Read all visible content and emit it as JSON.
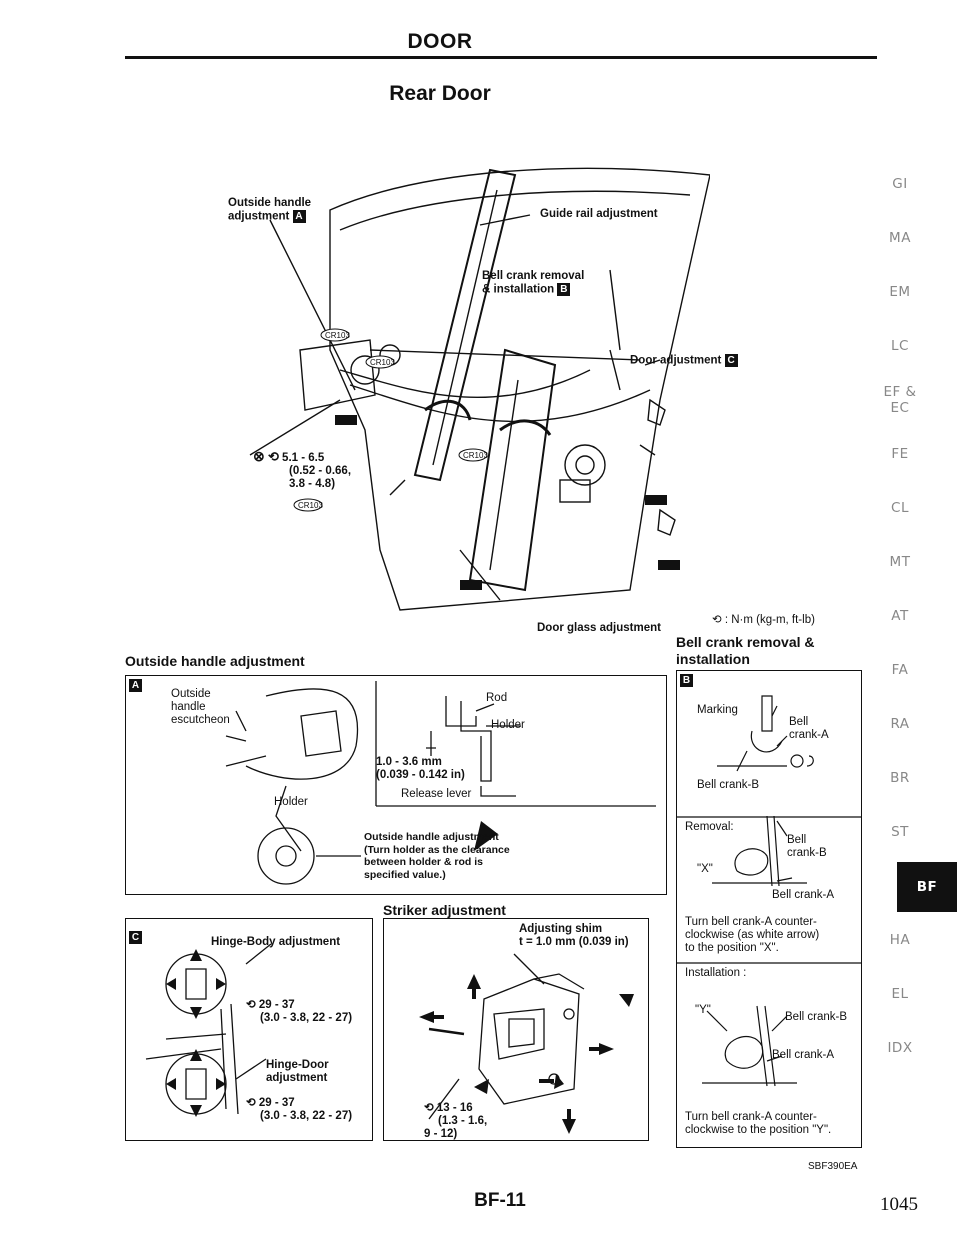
{
  "header": {
    "title": "DOOR",
    "subtitle": "Rear Door"
  },
  "main_figure": {
    "outside_handle_adjustment": "Outside handle",
    "outside_handle_adjustment_2": "adjustment",
    "guide_rail_adjustment": "Guide rail adjustment",
    "bell_crank_removal_1": "Bell crank removal",
    "bell_crank_removal_2": "& installation",
    "door_adjustment": "Door adjustment",
    "door_glass_adjustment": "Door glass adjustment",
    "torque_1": "5.1 - 6.5",
    "torque_2": "(0.52 - 0.66,",
    "torque_3": "3.8 - 4.8)",
    "part_code": "CR103",
    "torque_legend": ": N·m (kg-m, ft-lb)"
  },
  "section_a": {
    "heading": "Outside handle adjustment",
    "tag": "A",
    "escutcheon_1": "Outside",
    "escutcheon_2": "handle",
    "escutcheon_3": "escutcheon",
    "holder_left": "Holder",
    "rod": "Rod",
    "holder_right": "Holder",
    "gap_1": "1.0 - 3.6 mm",
    "gap_2": "(0.039 - 0.142 in)",
    "release_lever": "Release lever",
    "note_1": "Outside handle adjustment",
    "note_2": "(Turn holder as the clearance",
    "note_3": "between holder & rod is",
    "note_4": "specified value.)"
  },
  "section_c": {
    "tag": "C",
    "hinge_body": "Hinge-Body adjustment",
    "torque_a_1": "29 - 37",
    "torque_a_2": "(3.0 - 3.8, 22 - 27)",
    "hinge_door_1": "Hinge-Door",
    "hinge_door_2": "adjustment",
    "torque_b_1": "29 - 37",
    "torque_b_2": "(3.0 - 3.8, 22 - 27)"
  },
  "striker": {
    "heading": "Striker adjustment",
    "shim_1": "Adjusting shim",
    "shim_2": "t = 1.0 mm (0.039 in)",
    "torque_1": "13 - 16",
    "torque_2": "(1.3 - 1.6,",
    "torque_3": "9 - 12)"
  },
  "section_b": {
    "heading_1": "Bell crank removal &",
    "heading_2": "installation",
    "tag": "B",
    "marking": "Marking",
    "bell_crank_a_1": "Bell",
    "bell_crank_a_2": "crank-A",
    "bell_crank_b": "Bell crank-B",
    "removal": "Removal:",
    "removal_bell_1": "Bell",
    "removal_bell_2": "crank-B",
    "x_mark": "\"X\"",
    "removal_crank_a": "Bell crank-A",
    "removal_text_1": "Turn bell crank-A counter-",
    "removal_text_2": "clockwise (as white arrow)",
    "removal_text_3": "to the position \"X\".",
    "installation": "Installation :",
    "y_mark": "\"Y\"",
    "install_crank_b": "Bell crank-B",
    "install_crank_a": "Bell crank-A",
    "install_text_1": "Turn bell crank-A counter-",
    "install_text_2": "clockwise to the position \"Y\"."
  },
  "side_tabs": [
    "GI",
    "MA",
    "EM",
    "LC",
    "EF &",
    "EC",
    "FE",
    "CL",
    "MT",
    "AT",
    "FA",
    "RA",
    "BR",
    "ST",
    "BF",
    "HA",
    "EL",
    "IDX"
  ],
  "footer": {
    "figure_code": "SBF390EA",
    "page_code": "BF-11",
    "page_number": "1045"
  }
}
